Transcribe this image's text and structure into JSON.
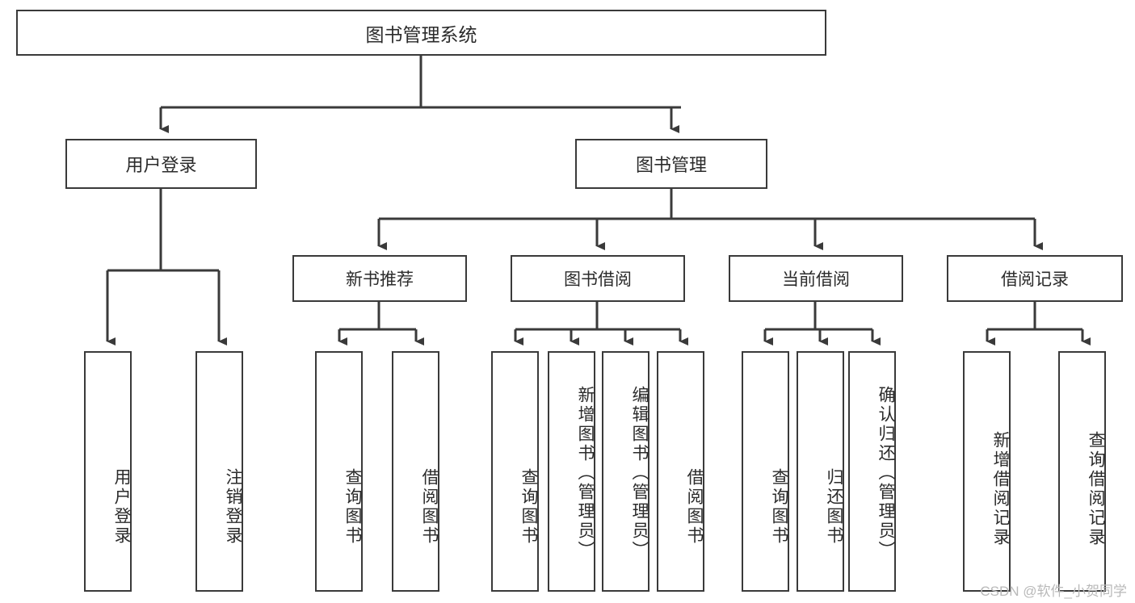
{
  "diagram": {
    "title": "图书管理系统",
    "type": "hierarchy-tree",
    "stroke_color": "#3a3a3a",
    "text_color": "#2b2b2b",
    "background_color": "#ffffff",
    "root": {
      "id": "root",
      "label": "图书管理系统"
    },
    "level1": [
      {
        "id": "user-login",
        "label": "用户登录"
      },
      {
        "id": "book-manage",
        "label": "图书管理"
      }
    ],
    "level2": [
      {
        "id": "new-book-recommend",
        "label": "新书推荐",
        "parent": "book-manage"
      },
      {
        "id": "book-borrow",
        "label": "图书借阅",
        "parent": "book-manage"
      },
      {
        "id": "current-borrow",
        "label": "当前借阅",
        "parent": "book-manage"
      },
      {
        "id": "borrow-record",
        "label": "借阅记录",
        "parent": "book-manage"
      }
    ],
    "leaves": [
      {
        "id": "leaf-user-login",
        "label": "用户登录",
        "parent": "user-login"
      },
      {
        "id": "leaf-user-logout",
        "label": "注销登录",
        "parent": "user-login"
      },
      {
        "id": "leaf-query-book-1",
        "label": "查询图书",
        "parent": "new-book-recommend"
      },
      {
        "id": "leaf-borrow-book-1",
        "label": "借阅图书",
        "parent": "new-book-recommend"
      },
      {
        "id": "leaf-query-book-2",
        "label": "查询图书",
        "parent": "book-borrow"
      },
      {
        "id": "leaf-add-book",
        "label": "新增图书（管理员）",
        "parent": "book-borrow"
      },
      {
        "id": "leaf-edit-book",
        "label": "编辑图书（管理员）",
        "parent": "book-borrow"
      },
      {
        "id": "leaf-borrow-book-2",
        "label": "借阅图书",
        "parent": "book-borrow"
      },
      {
        "id": "leaf-query-book-3",
        "label": "查询图书",
        "parent": "current-borrow"
      },
      {
        "id": "leaf-return-book",
        "label": "归还图书",
        "parent": "current-borrow"
      },
      {
        "id": "leaf-confirm-return",
        "label": "确认归还（管理员）",
        "parent": "current-borrow"
      },
      {
        "id": "leaf-add-record",
        "label": "新增借阅记录",
        "parent": "borrow-record"
      },
      {
        "id": "leaf-query-record",
        "label": "查询借阅记录",
        "parent": "borrow-record"
      }
    ]
  },
  "watermark": {
    "text": "CSDN @软件_小贺同学"
  }
}
